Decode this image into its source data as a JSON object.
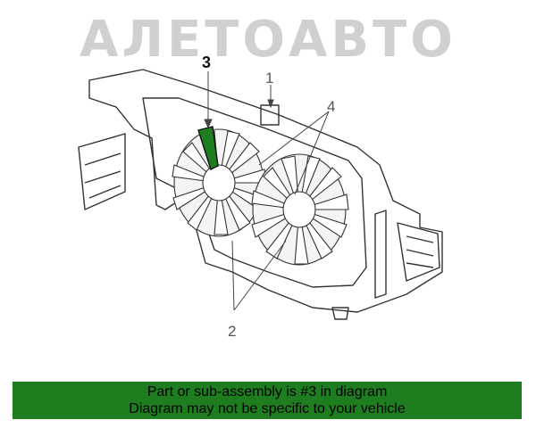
{
  "watermark": {
    "text": "АЛЕТОАВТО"
  },
  "callouts": {
    "c1": "1",
    "c2": "2",
    "c3": "3",
    "c4": "4"
  },
  "highlight_color": "#1e7d1e",
  "footer": {
    "line1": "Part or sub-assembly is #3 in diagram",
    "line2": "Diagram may not be specific to your vehicle"
  }
}
